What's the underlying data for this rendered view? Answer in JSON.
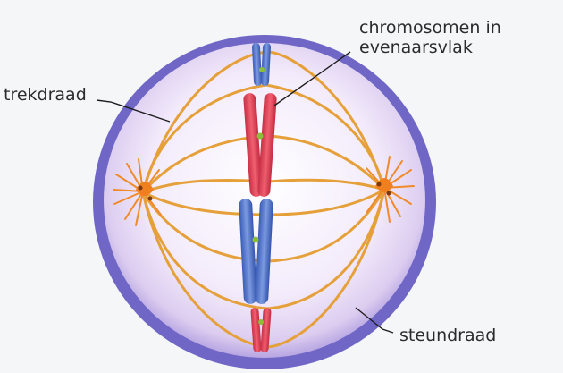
{
  "labels": {
    "chromosomes_line1": "chromosomen in",
    "chromosomes_line2": "evenaarsvlak",
    "pulling_fiber": "trekdraad",
    "support_fiber": "steundraad"
  },
  "colors": {
    "cell_outer": "#6a63c2",
    "cell_inner": "#f1e9fa",
    "spindle": "#e8a43c",
    "chromosome_red": "#e0445a",
    "chromosome_blue": "#4f73c8",
    "centromere": "#8bbf3a",
    "centrosome": "#f07f1f"
  }
}
